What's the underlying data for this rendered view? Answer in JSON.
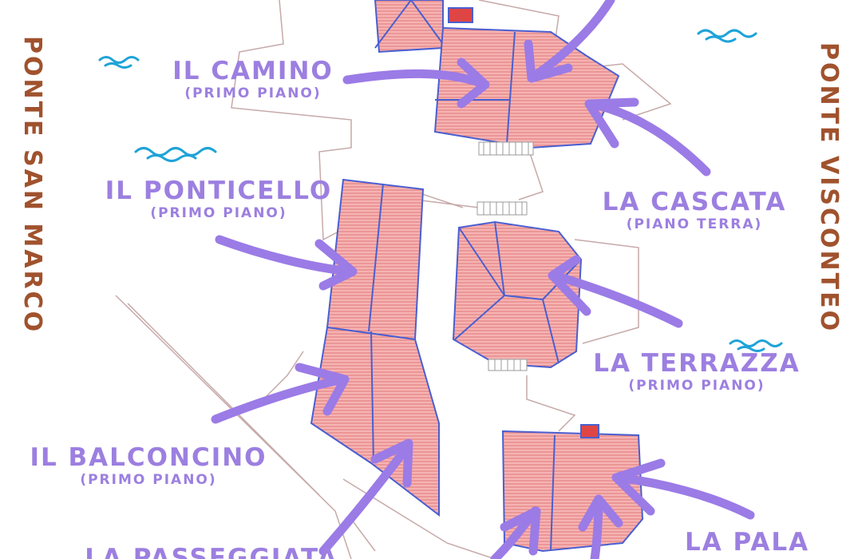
{
  "bridges": {
    "left": "PONTE SAN MARCO",
    "right": "PONTE VISCONTEO"
  },
  "rooms": {
    "camino": {
      "name": "IL CAMINO",
      "floor": "(PRIMO PIANO)"
    },
    "ponticello": {
      "name": "IL PONTICELLO",
      "floor": "(PRIMO PIANO)"
    },
    "balconcino": {
      "name": "IL BALCONCINO",
      "floor": "(PRIMO PIANO)"
    },
    "passeggiata": {
      "name": "LA PASSEGGIATA"
    },
    "cascata": {
      "name": "LA CASCATA",
      "floor": "(PIANO TERRA)"
    },
    "terrazza": {
      "name": "LA TERRAZZA",
      "floor": "(PRIMO PIANO)"
    },
    "pala": {
      "name": "LA PALA"
    }
  },
  "colors": {
    "label": "#9c7fe0",
    "arrow": "#9b7be6",
    "bridge_text": "#a0522d",
    "roof_fill": "#f3a6a6",
    "roof_edge": "#4a5fd0",
    "water": "#1fa3d8"
  },
  "icons": [
    "wave-icon",
    "arrow-icon"
  ]
}
